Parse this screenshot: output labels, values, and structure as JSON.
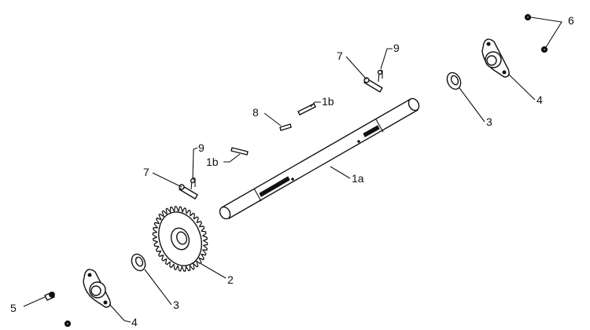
{
  "callouts": {
    "shaft": "1a",
    "key_upper": "1b",
    "key_lower": "1b",
    "sprocket": "2",
    "washer_lower": "3",
    "washer_upper": "3",
    "bearing_lower": "4",
    "bearing_upper": "4",
    "bolt_lower": "5",
    "nuts_upper": "6",
    "pin_upper": "7",
    "pin_lower": "7",
    "key_small": "8",
    "cotter_upper": "9",
    "cotter_lower": "9"
  }
}
